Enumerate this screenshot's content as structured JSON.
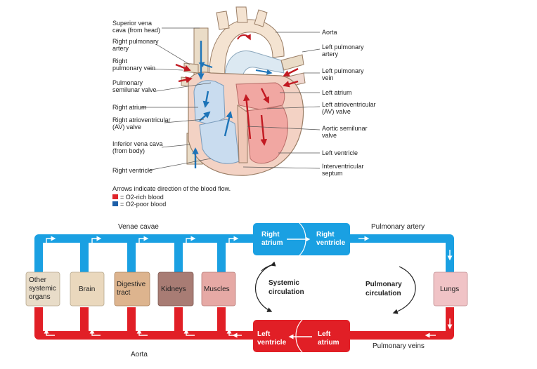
{
  "colors": {
    "o2_rich": "#e0252b",
    "o2_poor": "#1e9ee0",
    "box_red": "#e11f26",
    "box_blue": "#1aa0e2"
  },
  "heart": {
    "left_labels": [
      {
        "lines": [
          "Superior vena",
          "cava (from head)"
        ]
      },
      {
        "lines": [
          "Right pulmonary",
          "artery"
        ]
      },
      {
        "lines": [
          "Right",
          "pulmonary vein"
        ]
      },
      {
        "lines": [
          "Pulmonary",
          "semilunar valve"
        ]
      },
      {
        "lines": [
          "Right atrium"
        ]
      },
      {
        "lines": [
          "Right atrioventricular",
          "(AV) valve"
        ]
      },
      {
        "lines": [
          "Inferior vena cava",
          "(from body)"
        ]
      },
      {
        "lines": [
          "Right ventricle"
        ]
      }
    ],
    "right_labels": [
      {
        "lines": [
          "Aorta"
        ]
      },
      {
        "lines": [
          "Left pulmonary",
          "artery"
        ]
      },
      {
        "lines": [
          "Left pulmonary",
          "vein"
        ]
      },
      {
        "lines": [
          "Left atrium"
        ]
      },
      {
        "lines": [
          "Left atrioventricular",
          "(AV) valve"
        ]
      },
      {
        "lines": [
          "Aortic semilunar",
          "valve"
        ]
      },
      {
        "lines": [
          "Left ventricle"
        ]
      },
      {
        "lines": [
          "Interventricular",
          "septum"
        ]
      }
    ],
    "legend": {
      "title": "Arrows indicate direction of the blood flow.",
      "rich": "= O2-rich blood",
      "poor": "= O2-poor blood"
    }
  },
  "circulation": {
    "venae_cavae": "Venae cavae",
    "pulmonary_artery": "Pulmonary artery",
    "pulmonary_veins": "Pulmonary veins",
    "aorta": "Aorta",
    "right_atrium": [
      "Right",
      "atrium"
    ],
    "right_ventricle": [
      "Right",
      "ventricle"
    ],
    "left_atrium": [
      "Left",
      "atrium"
    ],
    "left_ventricle": [
      "Left",
      "ventricle"
    ],
    "systemic": [
      "Systemic",
      "circulation"
    ],
    "pulmonary": [
      "Pulmonary",
      "circulation"
    ],
    "organs": [
      {
        "lines": [
          "Other",
          "systemic",
          "organs"
        ],
        "color": "#e8dcc8"
      },
      {
        "lines": [
          "Brain"
        ],
        "color": "#ead8bd"
      },
      {
        "lines": [
          "Digestive",
          "tract"
        ],
        "color": "#ddb48e"
      },
      {
        "lines": [
          "Kidneys"
        ],
        "color": "#a87c74"
      },
      {
        "lines": [
          "Muscles"
        ],
        "color": "#e6a9a5"
      }
    ],
    "lungs": "Lungs",
    "lungs_color": "#f0c3c6"
  }
}
